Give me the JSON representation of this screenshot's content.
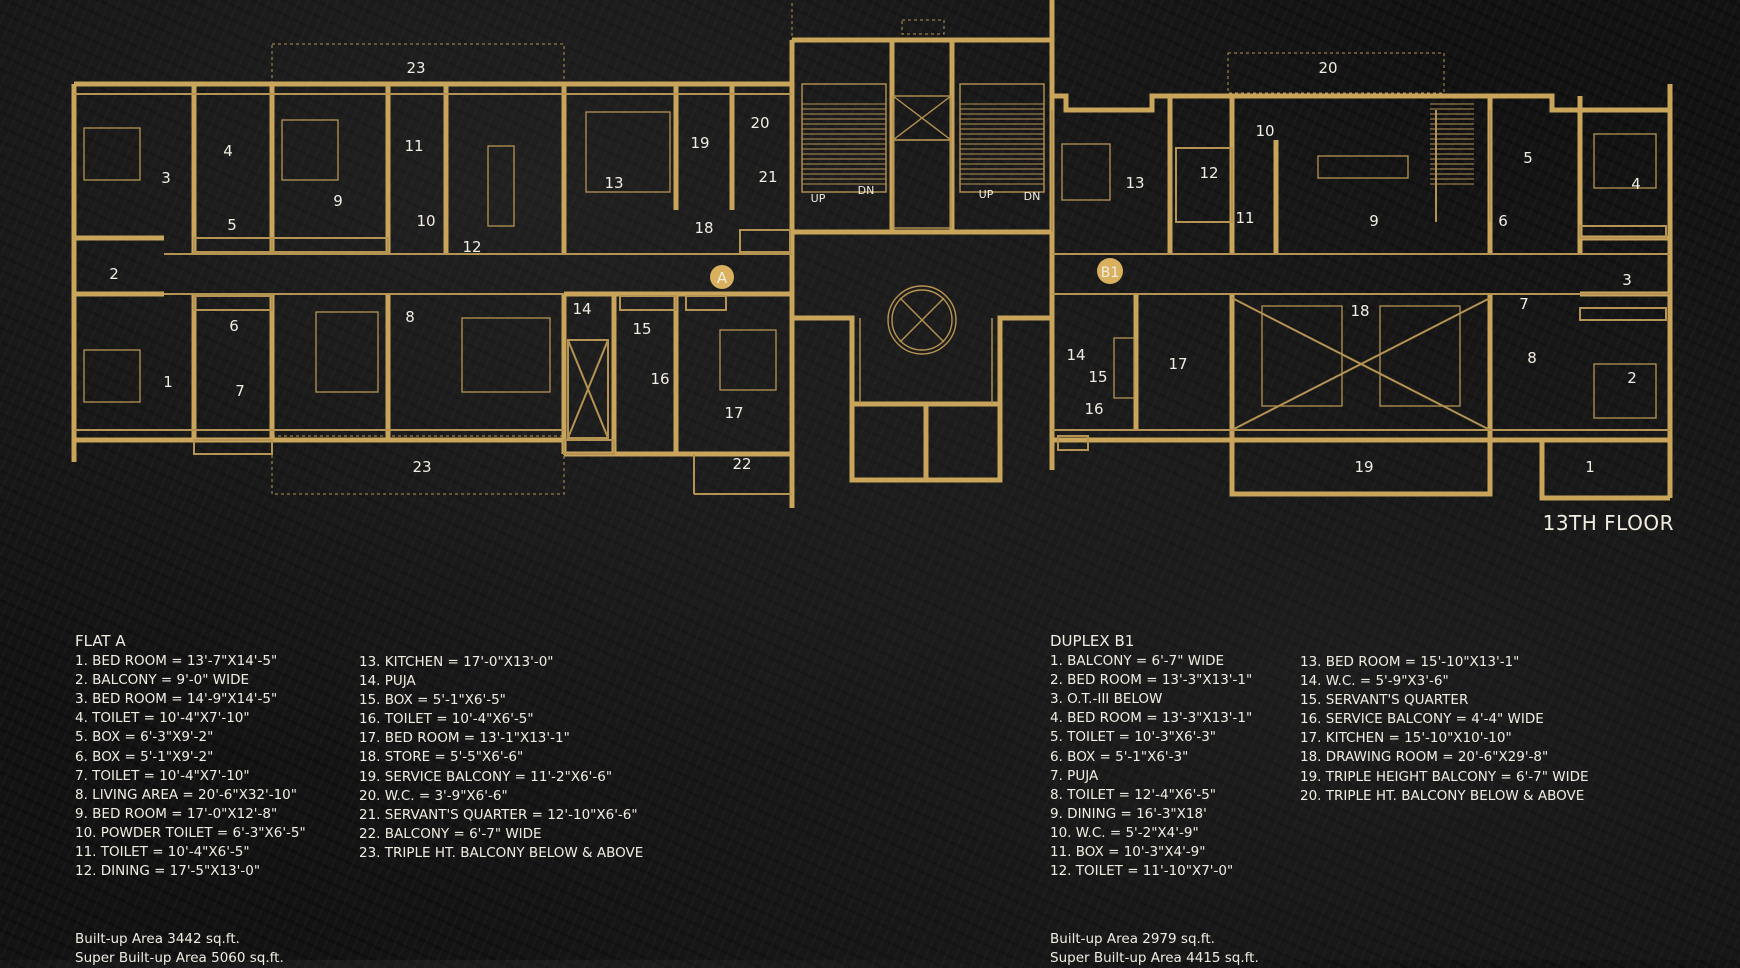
{
  "floor_label": "13TH FLOOR",
  "markers": {
    "flat_a": "A",
    "duplex_b1": "B1"
  },
  "stair_labels": {
    "up": "UP",
    "dn": "DN"
  },
  "room_numbers": {
    "flat_a": [
      "1",
      "2",
      "3",
      "4",
      "5",
      "6",
      "7",
      "8",
      "9",
      "10",
      "11",
      "12",
      "13",
      "14",
      "15",
      "16",
      "17",
      "18",
      "19",
      "20",
      "21",
      "22",
      "23",
      "23"
    ],
    "duplex_b1": [
      "1",
      "2",
      "3",
      "4",
      "5",
      "6",
      "7",
      "8",
      "9",
      "10",
      "11",
      "12",
      "13",
      "14",
      "15",
      "16",
      "17",
      "18",
      "19",
      "20"
    ]
  },
  "flat_a": {
    "title": "FLAT A",
    "col1": [
      "1. BED ROOM = 13'-7\"X14'-5\"",
      "2. BALCONY = 9'-0\" WIDE",
      "3. BED ROOM = 14'-9\"X14'-5\"",
      "4. TOILET = 10'-4\"X7'-10\"",
      "5. BOX = 6'-3\"X9'-2\"",
      "6. BOX = 5'-1\"X9'-2\"",
      "7. TOILET = 10'-4\"X7'-10\"",
      "8. LIVING AREA = 20'-6\"X32'-10\"",
      "9. BED ROOM = 17'-0\"X12'-8\"",
      "10. POWDER TOILET = 6'-3\"X6'-5\"",
      "11. TOILET = 10'-4\"X6'-5\"",
      "12. DINING = 17'-5\"X13'-0\""
    ],
    "col2": [
      "13. KITCHEN = 17'-0\"X13'-0\"",
      "14. PUJA",
      "15. BOX = 5'-1\"X6'-5\"",
      "16. TOILET = 10'-4\"X6'-5\"",
      "17. BED ROOM = 13'-1\"X13'-1\"",
      "18. STORE = 5'-5\"X6'-6\"",
      "19. SERVICE BALCONY = 11'-2\"X6'-6\"",
      "20. W.C. = 3'-9\"X6'-6\"",
      "21. SERVANT'S QUARTER = 12'-10\"X6'-6\"",
      "22. BALCONY = 6'-7\" WIDE",
      "23. TRIPLE HT. BALCONY BELOW & ABOVE"
    ],
    "built_up": "Built-up Area 3442 sq.ft.",
    "super_built_up": "Super Built-up Area 5060 sq.ft."
  },
  "duplex_b1": {
    "title": "DUPLEX B1",
    "col1": [
      "1. BALCONY = 6'-7\" WIDE",
      "2. BED ROOM = 13'-3\"X13'-1\"",
      "3. O.T.-III BELOW",
      "4. BED ROOM = 13'-3\"X13'-1\"",
      "5. TOILET = 10'-3\"X6'-3\"",
      "6. BOX = 5'-1\"X6'-3\"",
      "7. PUJA",
      "8. TOILET = 12'-4\"X6'-5\"",
      "9. DINING = 16'-3\"X18'",
      "10. W.C. = 5'-2\"X4'-9\"",
      "11. BOX = 10'-3\"X4'-9\"",
      "12. TOILET = 11'-10\"X7'-0\""
    ],
    "col2": [
      "13. BED ROOM = 15'-10\"X13'-1\"",
      "14. W.C. = 5'-9\"X3'-6\"",
      "15. SERVANT'S QUARTER",
      "16. SERVICE BALCONY = 4'-4\" WIDE",
      "17. KITCHEN = 15'-10\"X10'-10\"",
      "18. DRAWING ROOM = 20'-6\"X29'-8\"",
      "19. TRIPLE HEIGHT BALCONY = 6'-7\" WIDE",
      "20. TRIPLE HT. BALCONY BELOW & ABOVE"
    ],
    "built_up": "Built-up Area 2979 sq.ft.",
    "super_built_up": "Super Built-up Area 4415 sq.ft."
  },
  "colors": {
    "wall": "#c9a55c",
    "wall_fill": "#d4b26a",
    "line": "#b59352",
    "text": "#f2ede3",
    "marker": "#d9b15e"
  }
}
